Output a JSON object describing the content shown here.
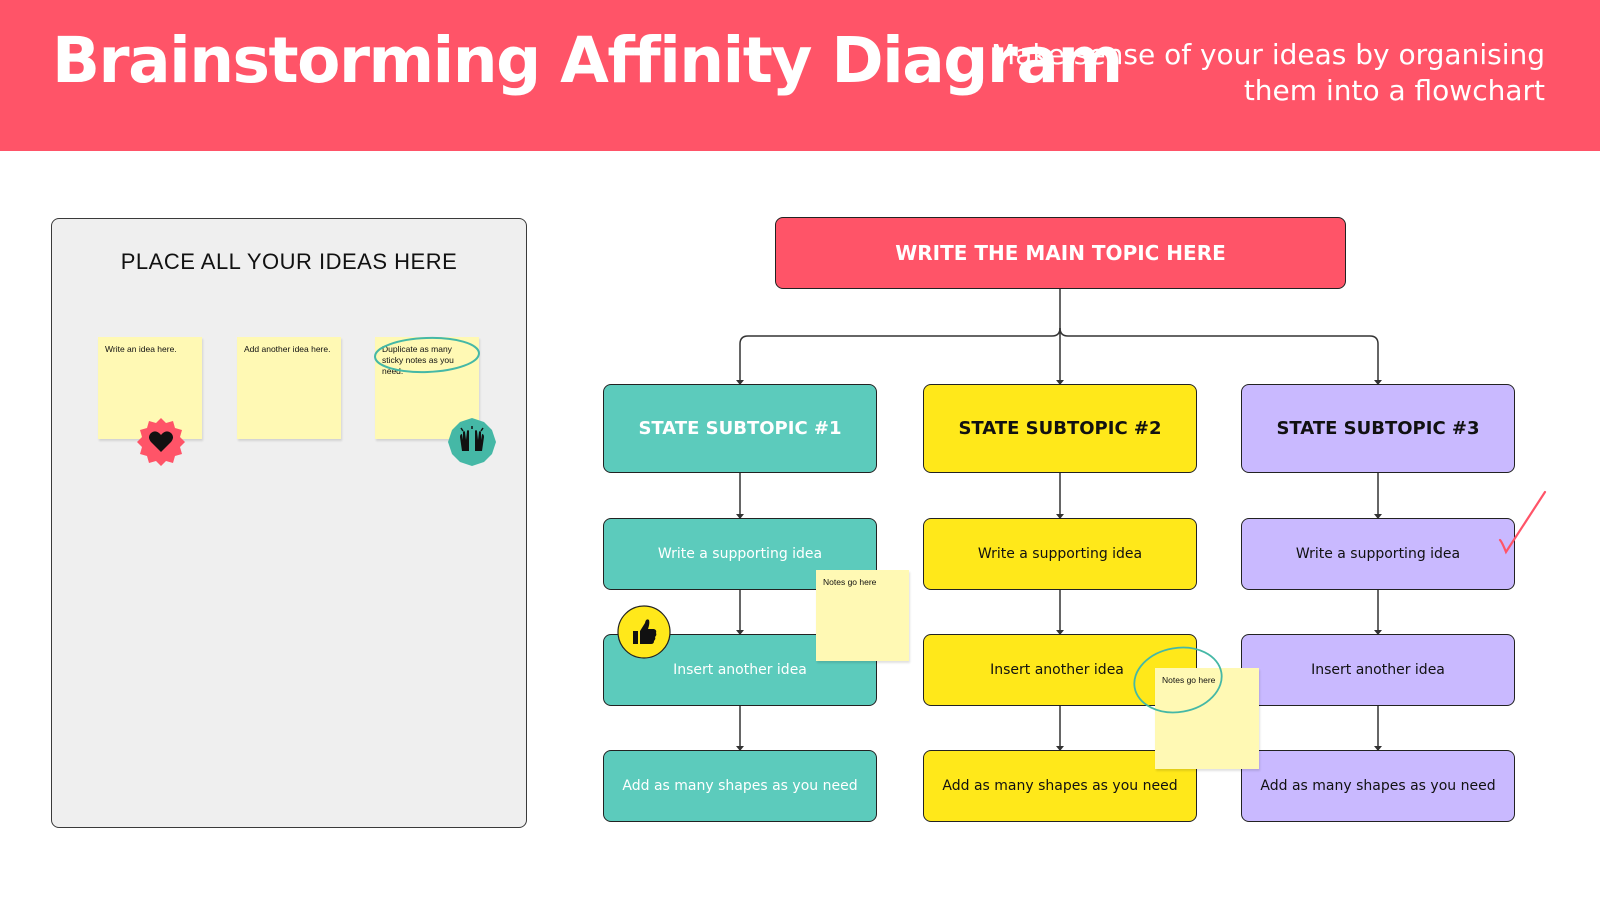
{
  "header": {
    "title": "Brainstorming Affinity Diagram",
    "subtitle": "Make sense of your ideas by organising them into a flowchart"
  },
  "ideas_panel": {
    "heading": "PLACE ALL YOUR IDEAS HERE",
    "notes": [
      "Write an idea here.",
      "Add another idea here.",
      "Duplicate as many sticky notes as you need."
    ]
  },
  "flowchart": {
    "main_topic": "WRITE THE MAIN TOPIC HERE",
    "subtopics": [
      {
        "title": "STATE SUBTOPIC #1",
        "ideas": [
          "Write a supporting idea",
          "Insert another idea",
          "Add as many shapes as you need"
        ]
      },
      {
        "title": "STATE SUBTOPIC #2",
        "ideas": [
          "Write a supporting idea",
          "Insert another idea",
          "Add as many shapes as you need"
        ]
      },
      {
        "title": "STATE SUBTOPIC #3",
        "ideas": [
          "Write a supporting idea",
          "Insert another idea",
          "Add as many shapes as you need"
        ]
      }
    ],
    "floating_notes": [
      "Notes go here",
      "Notes go here"
    ]
  },
  "colors": {
    "brand_red": "#ff5468",
    "teal": "#5ccbbc",
    "yellow": "#ffe81a",
    "purple": "#c9b9ff",
    "sticky_yellow": "#fff9b4"
  },
  "icons": [
    "heart-badge-icon",
    "raised-hands-badge-icon",
    "thumbs-up-badge-icon",
    "checkmark-icon",
    "highlight-circle-icon"
  ]
}
